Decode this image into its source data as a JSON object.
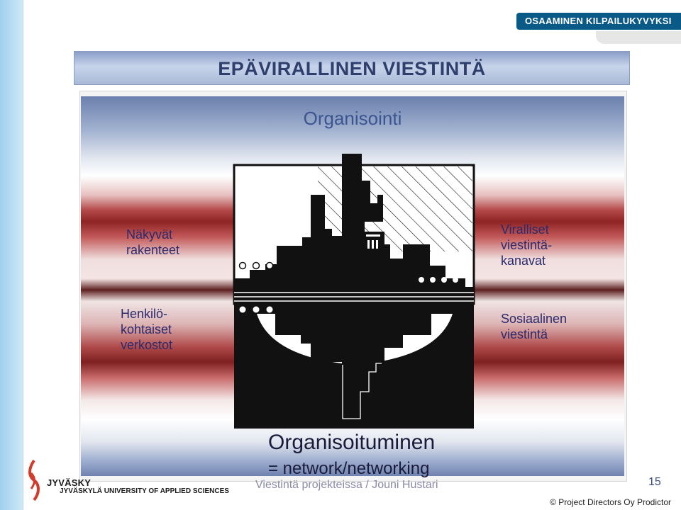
{
  "brand": {
    "label": "OSAAMINEN KILPAILUKYVYKSI"
  },
  "slide": {
    "title": "EPÄVIRALLINEN VIESTINTÄ",
    "panel_title": "Organisointi",
    "left_top": [
      "Näkyvät",
      "rakenteet"
    ],
    "left_bottom": [
      "Henkilö-",
      "kohtaiset",
      "verkostot"
    ],
    "right_top": [
      "Viralliset",
      "viestintä-",
      "kanavat"
    ],
    "right_bottom": [
      "Sosiaalinen",
      "viestintä"
    ],
    "bottom_title": "Organisoituminen",
    "bottom_subtitle": "= network/networking"
  },
  "footer": {
    "faint_text": "Viestintä projekteissa / Jouni Hustari",
    "logo_text": "JYVÄSKY",
    "logo_subtext": "JYVÄSKYLÄ UNIVERSITY OF APPLIED SCIENCES",
    "page_number": "15",
    "copyright": "© Project Directors Oy Prodictor"
  },
  "icons": [
    "jamk-logo-icon",
    "city-reflection-illustration"
  ],
  "colors": {
    "brand_blue": "#0a5a87",
    "title_text": "#2e3f6e",
    "panel_title": "#3c5590",
    "side_text": "#2a2a6e"
  }
}
